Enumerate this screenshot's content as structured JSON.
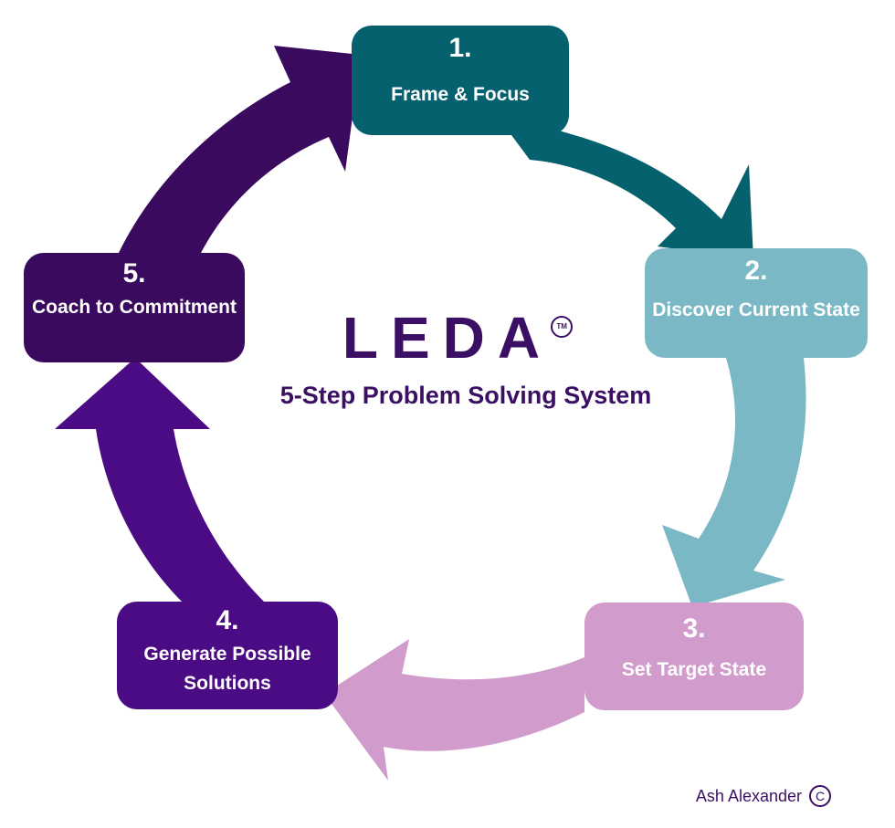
{
  "colors": {
    "step_1": "#05616d",
    "step_2": "#7ab8c5",
    "step_3": "#d19bcc",
    "step_4": "#4b0b84",
    "step_5": "#3a0a5f",
    "brand": "#3b1064"
  },
  "brand": {
    "name": "LEDA",
    "trademark": "TM",
    "subtitle": "5-Step Problem Solving System"
  },
  "steps": [
    {
      "number": "1.",
      "label": "Frame & Focus"
    },
    {
      "number": "2.",
      "label": "Discover Current State"
    },
    {
      "number": "3.",
      "label": "Set Target State"
    },
    {
      "number": "4.",
      "label": "Generate Possible Solutions"
    },
    {
      "number": "5.",
      "label": "Coach to Commitment"
    }
  ],
  "credit": {
    "author": "Ash Alexander",
    "icon": "copyright-icon"
  }
}
